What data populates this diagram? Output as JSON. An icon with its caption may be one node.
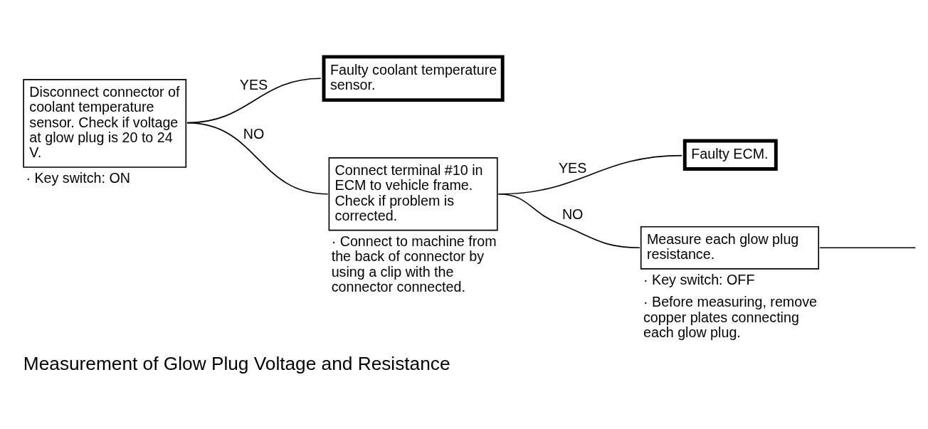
{
  "diagram": {
    "caption": "Measurement of Glow Plug Voltage and Resistance",
    "nodes": [
      {
        "text": [
          "Disconnect connector of coolant temperature sensor. Check if voltage at glow plug is 20 to 24 V."
        ],
        "beside": [
          "· Key switch: ON"
        ]
      },
      {
        "text": [
          "Faulty coolant temperature sensor."
        ]
      },
      {
        "text": [
          "Connect terminal #10 in ECM to vehicle frame. Check if problem is corrected."
        ],
        "beside": [
          "· Connect to machine from the back of connector by using a clip with the connector connected."
        ]
      },
      {
        "text": [
          "Faulty ECM."
        ]
      },
      {
        "text": [
          "Measure each glow plug resistance."
        ],
        "beside": [
          "· Key switch: OFF",
          "· Before measuring, remove copper plates connecting each glow plug."
        ]
      }
    ],
    "edges": [
      {
        "from": 0,
        "to": 1,
        "arrow": "none",
        "label": "YES"
      },
      {
        "from": 0,
        "to": 2,
        "arrow": "none",
        "label": "NO"
      },
      {
        "from": 2,
        "to": 3,
        "arrow": "none",
        "label": "YES"
      },
      {
        "from": 2,
        "to": 4,
        "arrow": "none",
        "label": "NO"
      },
      {
        "from": 4,
        "to": null,
        "arrow": "none"
      }
    ]
  }
}
